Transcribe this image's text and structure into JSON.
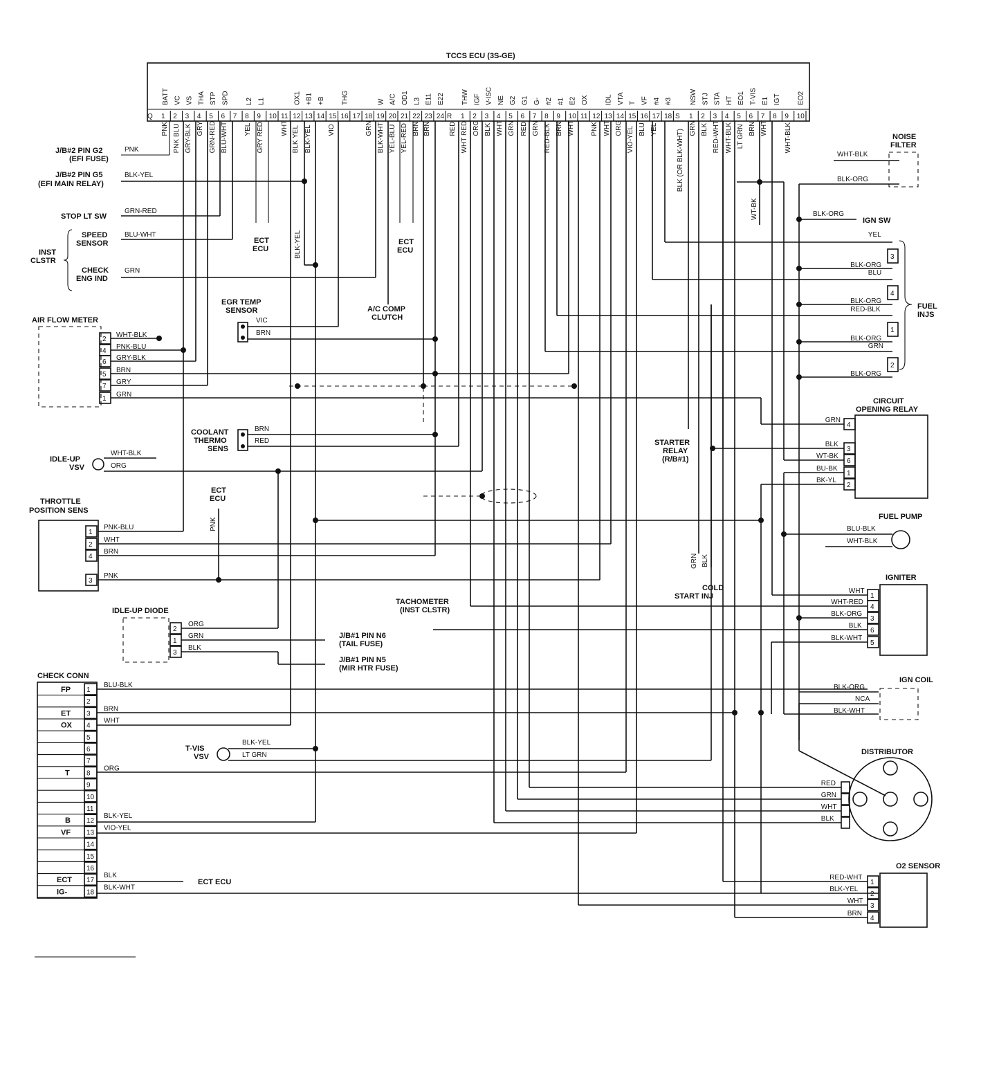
{
  "ecu": {
    "title": "TCCS ECU (3S-GE)",
    "q": {
      "prefix": "Q",
      "signals": [
        "BATT",
        "VC",
        "VS",
        "THA",
        "STP",
        "SPD",
        "L2",
        "L1",
        "OX1",
        "+B1",
        "+B",
        "THG",
        "W",
        "A/C",
        "OD1",
        "L3",
        "E11",
        "E22"
      ],
      "pins": [
        "1",
        "2",
        "3",
        "4",
        "5",
        "6",
        "7",
        "8",
        "9",
        "10",
        "11",
        "12",
        "13",
        "14",
        "15",
        "16",
        "17",
        "18",
        "19",
        "20",
        "21",
        "22",
        "23",
        "24"
      ],
      "wires": [
        "PNK",
        "PNK BLU",
        "GRY-BLK",
        "GRY",
        "GRN-RED",
        "BLU-WHT",
        "YEL",
        "GRY RED",
        "WHT",
        "BLK YEL",
        "BLK-YEL",
        "VIO",
        "GRN",
        "BLK-WHT",
        "YEL-BLU",
        "YEL-RED",
        "BRN",
        "BRN"
      ]
    },
    "r": {
      "prefix": "R",
      "signals": [
        "THW",
        "IGF",
        "V-ISC",
        "NE",
        "G2",
        "G1",
        "G-",
        "#2",
        "#1",
        "E2",
        "OX",
        "IDL",
        "VTA",
        "T",
        "VF",
        "#4",
        "#3"
      ],
      "pins": [
        "1",
        "2",
        "3",
        "4",
        "5",
        "6",
        "7",
        "8",
        "9",
        "10",
        "11",
        "12",
        "13",
        "14",
        "15",
        "16",
        "17",
        "18"
      ],
      "wires": [
        "RED",
        "WHT RED",
        "ORG",
        "BLK",
        "WHT",
        "GRN",
        "RED",
        "GRN",
        "RED-BLK",
        "BRN",
        "WHT",
        "PNK",
        "WHT",
        "ORG",
        "VIO-YEL",
        "BLU",
        "YEL"
      ]
    },
    "s": {
      "prefix": "S",
      "signals": [
        "NSW",
        "STJ",
        "STA",
        "HT",
        "EO1",
        "T-VIS",
        "E1",
        "IGT",
        "EO2"
      ],
      "pins": [
        "1",
        "2",
        "3",
        "4",
        "5",
        "6",
        "7",
        "8",
        "9",
        "10"
      ],
      "wires": [
        "BLK (OR BLK-WHT)",
        "GRN",
        "BLK",
        "RED-WHT",
        "WHT-BLK",
        "LT GRN",
        "BRN",
        "WHT",
        "WHT-BLK"
      ]
    }
  },
  "left": {
    "jb_g2": [
      "J/B#2 PIN G2",
      "(EFI FUSE)"
    ],
    "jb_g2_wire": "PNK",
    "jb_g5": [
      "J/B#2 PIN G5",
      "(EFI MAIN RELAY)"
    ],
    "jb_g5_wire": "BLK-YEL",
    "stop": "STOP LT SW",
    "stop_wire": "GRN-RED",
    "speed": [
      "SPEED",
      "SENSOR"
    ],
    "speed_wire": "BLU-WHT",
    "inst": [
      "INST",
      "CLSTR"
    ],
    "check": [
      "CHECK",
      "ENG IND"
    ],
    "check_wire": "GRN",
    "ect1": [
      "ECT",
      "ECU"
    ],
    "ect2": [
      "ECT",
      "ECU"
    ],
    "blk_yel_v": "BLK-YEL",
    "egr": [
      "EGR TEMP",
      "SENSOR"
    ],
    "egr_wires": [
      "VIC",
      "BRN"
    ],
    "ac": [
      "A/C COMP",
      "CLUTCH"
    ],
    "afm": "AIR FLOW METER",
    "afm_pins": [
      "2",
      "4",
      "6",
      "5",
      "7",
      "1"
    ],
    "afm_wires": [
      "WHT-BLK",
      "PNK-BLU",
      "GRY-BLK",
      "BRN",
      "GRY",
      "GRN"
    ],
    "coolant": [
      "COOLANT",
      "THERMO",
      "SENS"
    ],
    "coolant_wires": [
      "BRN",
      "RED"
    ],
    "idle_vsv": [
      "IDLE-UP",
      "VSV"
    ],
    "idle_vsv_wires": [
      "WHT-BLK",
      "ORG"
    ],
    "ect3": [
      "ECT",
      "ECU"
    ],
    "ect3_wire": "PNK",
    "tps": [
      "THROTTLE",
      "POSITION SENS"
    ],
    "tps_pins": [
      "1",
      "2",
      "4",
      "3"
    ],
    "tps_wires": [
      "PNK-BLU",
      "WHT",
      "BRN",
      "PNK"
    ],
    "idle_diode": "IDLE-UP DIODE",
    "diode_pins": [
      "2",
      "1",
      "3"
    ],
    "diode_wires": [
      "ORG",
      "GRN",
      "BLK"
    ],
    "jb1_n6": [
      "J/B#1 PIN N6",
      "(TAIL FUSE)"
    ],
    "jb1_n5": [
      "J/B#1 PIN N5",
      "(MIR HTR FUSE)"
    ],
    "tach": [
      "TACHOMETER",
      "(INST CLSTR)"
    ],
    "check_conn": "CHECK CONN",
    "cc_names": [
      "FP",
      "",
      "ET",
      "OX",
      "",
      "",
      "",
      "T",
      "",
      "",
      "",
      "B",
      "VF",
      "",
      "",
      "",
      "ECT",
      "IG-"
    ],
    "cc_pins": [
      "1",
      "2",
      "3",
      "4",
      "5",
      "6",
      "7",
      "8",
      "9",
      "10",
      "11",
      "12",
      "13",
      "14",
      "15",
      "16",
      "17",
      "18"
    ],
    "cc_wires": {
      "p1": "BLU-BLK",
      "p3": "BRN",
      "p4": "WHT",
      "p8": "ORG",
      "p12": "BLK-YEL",
      "p13": "VIO-YEL",
      "p17": "BLK",
      "p18": "BLK-WHT"
    },
    "cc_ect": "ECT ECU",
    "tvis": [
      "T-VIS",
      "VSV"
    ],
    "tvis_wires": [
      "BLK-YEL",
      "LT GRN"
    ]
  },
  "right": {
    "noise": [
      "NOISE",
      "FILTER"
    ],
    "noise_wires": [
      "WHT-BLK",
      "BLK-ORG"
    ],
    "wt_bk": "WT-BK",
    "ign_sw": "IGN SW",
    "ign_sw_wire": "BLK-ORG",
    "fuel_injs": [
      "FUEL",
      "INJS"
    ],
    "inj_wires": [
      "YEL",
      "BLK-ORG",
      "BLU",
      "BLK-ORG",
      "RED-BLK",
      "BLK-ORG",
      "GRN",
      "BLK-ORG"
    ],
    "inj_nums": [
      "3",
      "4",
      "1",
      "2"
    ],
    "cor": [
      "CIRCUIT",
      "OPENING RELAY"
    ],
    "cor_pins": [
      "4",
      "3",
      "6",
      "1",
      "2"
    ],
    "cor_wires": [
      "GRN",
      "BLK",
      "WT-BK",
      "BU-BK",
      "BK-YL"
    ],
    "starter": [
      "STARTER",
      "RELAY",
      "(R/B#1)"
    ],
    "fuel_pump": "FUEL PUMP",
    "fuel_pump_wires": [
      "BLU-BLK",
      "WHT-BLK"
    ],
    "cold": [
      "COLD",
      "START INJ"
    ],
    "cold_wires": [
      "GRN",
      "BLK"
    ],
    "igniter": "IGNITER",
    "igniter_pins": [
      "1",
      "4",
      "3",
      "6",
      "5"
    ],
    "igniter_wires": [
      "WHT",
      "WHT-RED",
      "BLK-ORG",
      "BLK",
      "BLK-WHT"
    ],
    "ign_coil": "IGN COIL",
    "ign_coil_wires": [
      "BLK-ORG",
      "NCA",
      "BLK-WHT"
    ],
    "distributor": "DISTRIBUTOR",
    "dist_wires": [
      "RED",
      "GRN",
      "WHT",
      "BLK"
    ],
    "o2": "O2 SENSOR",
    "o2_pins": [
      "1",
      "2",
      "3",
      "4"
    ],
    "o2_wires": [
      "RED-WHT",
      "BLK-YEL",
      "WHT",
      "BRN"
    ]
  }
}
